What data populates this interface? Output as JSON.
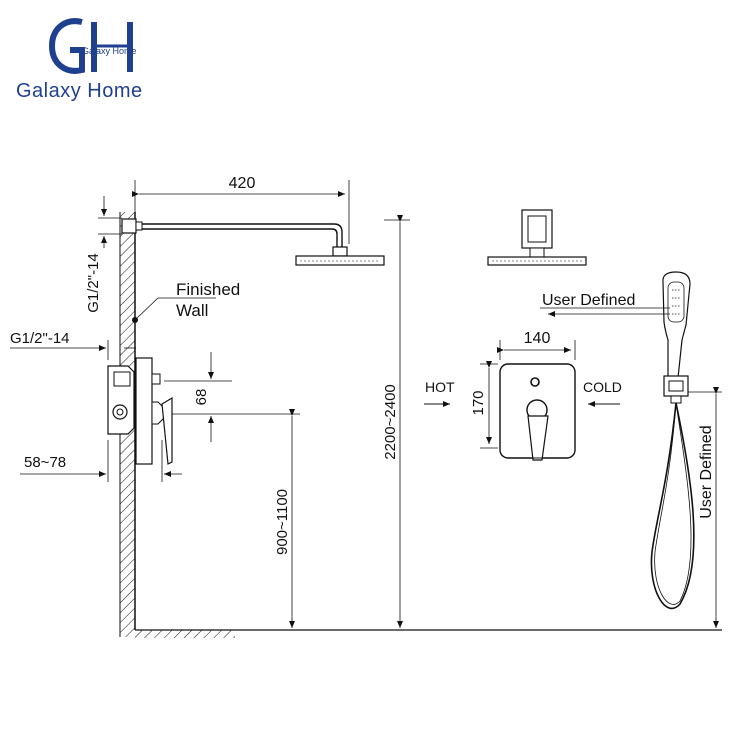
{
  "brand": {
    "mark": "GH",
    "small_text": "Galaxy Home",
    "name": "Galaxy Home",
    "color": "#1f3f8f"
  },
  "dimensions": {
    "arm_length": "420",
    "inlet_thread_top": "G1/2\"-14",
    "inlet_thread_mid": "G1/2\"-14",
    "wall_depth": "58~78",
    "valve_offset": "68",
    "valve_height": "900~1100",
    "showerhead_height": "2200~2400",
    "plate_width": "140",
    "plate_height": "170",
    "handheld_height": "User Defined",
    "hose_length": "User Defined"
  },
  "labels": {
    "finished_wall_line1": "Finished",
    "finished_wall_line2": "Wall",
    "hot": "HOT",
    "cold": "COLD"
  }
}
